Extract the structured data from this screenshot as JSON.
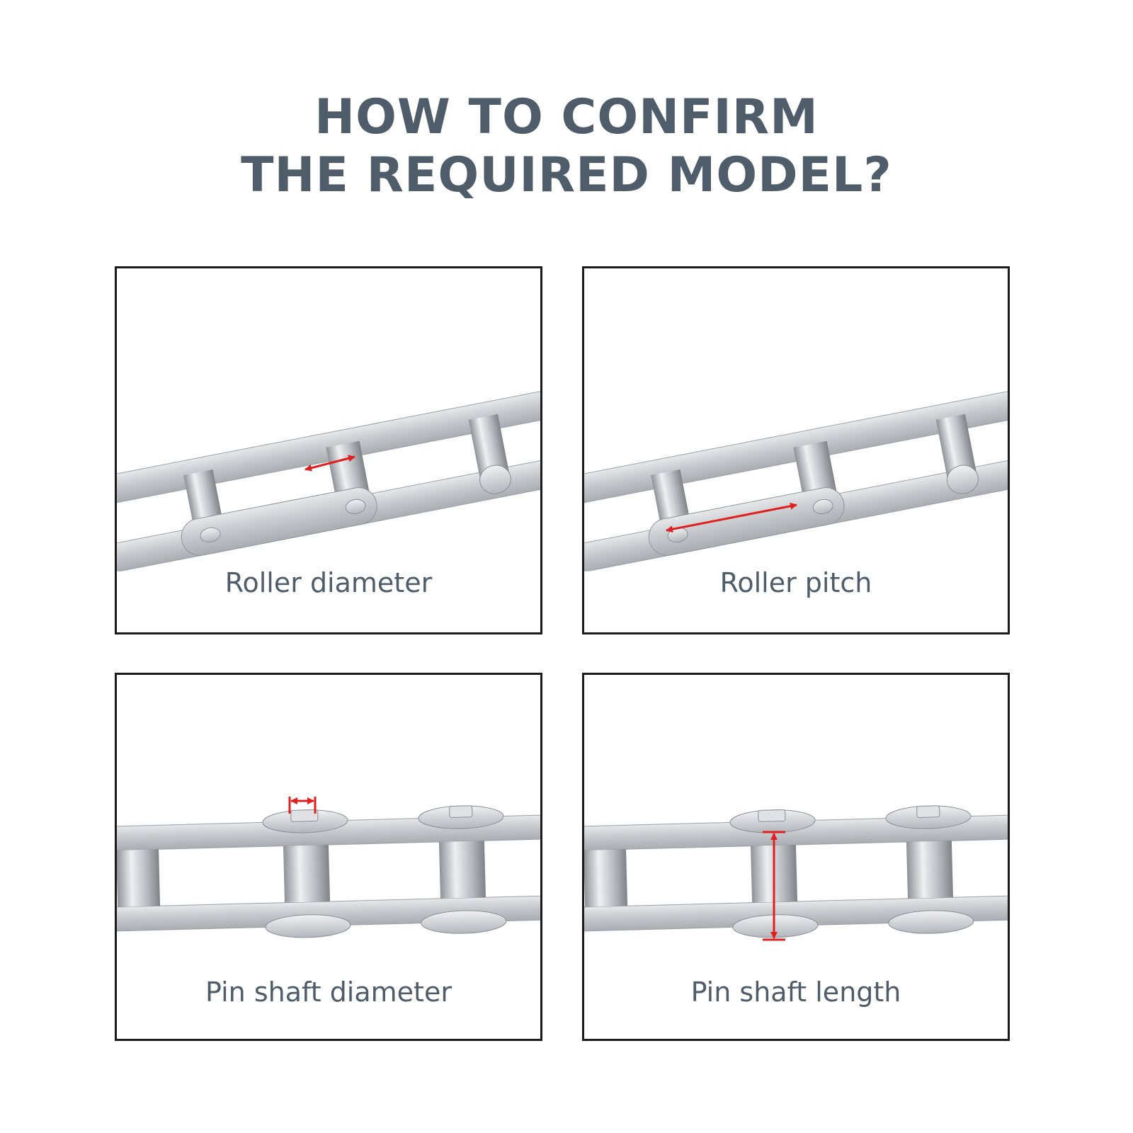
{
  "header": {
    "title_line1": "HOW TO CONFIRM",
    "title_line2": "THE REQUIRED MODEL?"
  },
  "panels": [
    {
      "label": "Roller diameter"
    },
    {
      "label": "Roller pitch"
    },
    {
      "label": "Pin shaft diameter"
    },
    {
      "label": "Pin shaft length"
    }
  ],
  "colors": {
    "title": "#4f5d6b",
    "caption": "#4f5d6b",
    "measure_arrow": "#e02020",
    "steel": "#c9ccd0",
    "frame": "#1b1b1b"
  },
  "icons": {
    "chain": "steel-chain-illustration",
    "measure": "dimension-arrow"
  }
}
